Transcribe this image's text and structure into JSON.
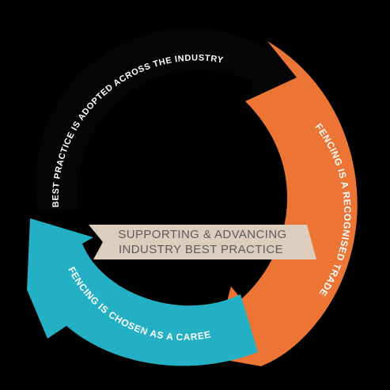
{
  "center_banner": {
    "line1": "SUPPORTING & ADVANCING",
    "line2": "INDUSTRY BEST PRACTICE"
  },
  "cycle": {
    "step_top": "BEST PRACTICE IS ADOPTED ACROSS THE INDUSTRY",
    "step_right": "FENCING IS A RECOGNISED TRADE",
    "step_bottom": "FENCING IS CHOSEN AS A CAREER"
  },
  "colors": {
    "background": "#000000",
    "top_arc": "#000000",
    "right_arc": "#ec7434",
    "bottom_arc": "#24b0c4",
    "banner": "#ddcdbd",
    "banner_text": "#5b5b5b",
    "arc_text": "#ffffff"
  }
}
